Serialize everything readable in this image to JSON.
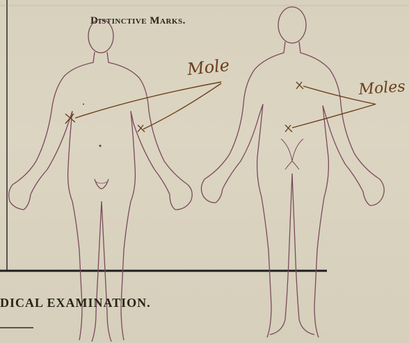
{
  "header": {
    "title": "Distinctive Marks."
  },
  "annotations": {
    "front_note": "Mole",
    "back_note": "Moles"
  },
  "section": {
    "heading": "DICAL EXAMINATION."
  },
  "colors": {
    "paper": "#d9d2bf",
    "outline": "#7a4a5c",
    "ink_handwriting": "#6b3e1a",
    "ruling": "#2b2b2b"
  }
}
